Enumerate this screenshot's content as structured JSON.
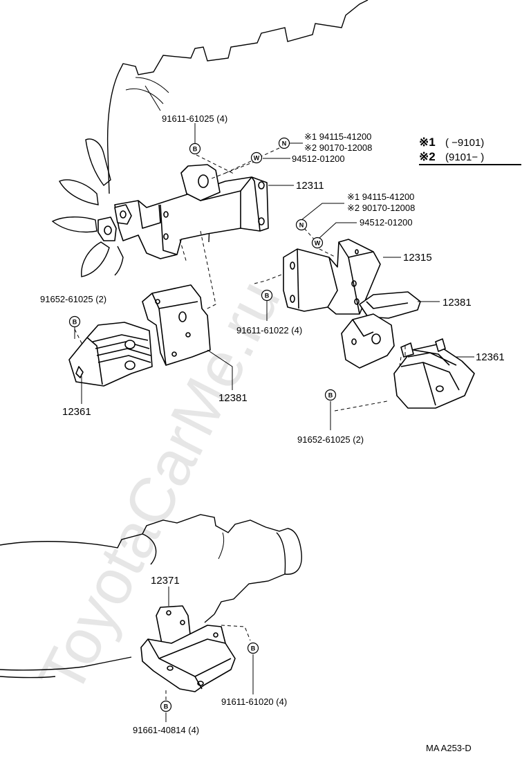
{
  "watermark": "ToyotaCarMe.ru",
  "legend": {
    "row1_mark": "※1",
    "row1_range": "(       −9101)",
    "row2_mark": "※2",
    "row2_range": "(9101−       )"
  },
  "badges": {
    "b": "B",
    "n": "N",
    "w": "W"
  },
  "labels": {
    "bolt_top": "91611-61025 (4)",
    "n1_top": "※1 94115-41200",
    "n2_top": "※2 90170-12008",
    "w_top": "94512-01200",
    "p12311": "12311",
    "n1_mid": "※1 94115-41200",
    "n2_mid": "※2 90170-12008",
    "w_mid": "94512-01200",
    "p12315": "12315",
    "p12381_right": "12381",
    "bolt_mid_right": "91611-61022 (4)",
    "bolt_left": "91652-61025 (2)",
    "p12361_left": "12361",
    "p12381_left": "12381",
    "p12361_right": "12361",
    "bolt_right_low": "91652-61025 (2)",
    "p12371": "12371",
    "bolt_rear_right": "91611-61020 (4)",
    "bolt_rear_bottom": "91661-40814 (4)",
    "footer_code": "MA  A253-D"
  }
}
